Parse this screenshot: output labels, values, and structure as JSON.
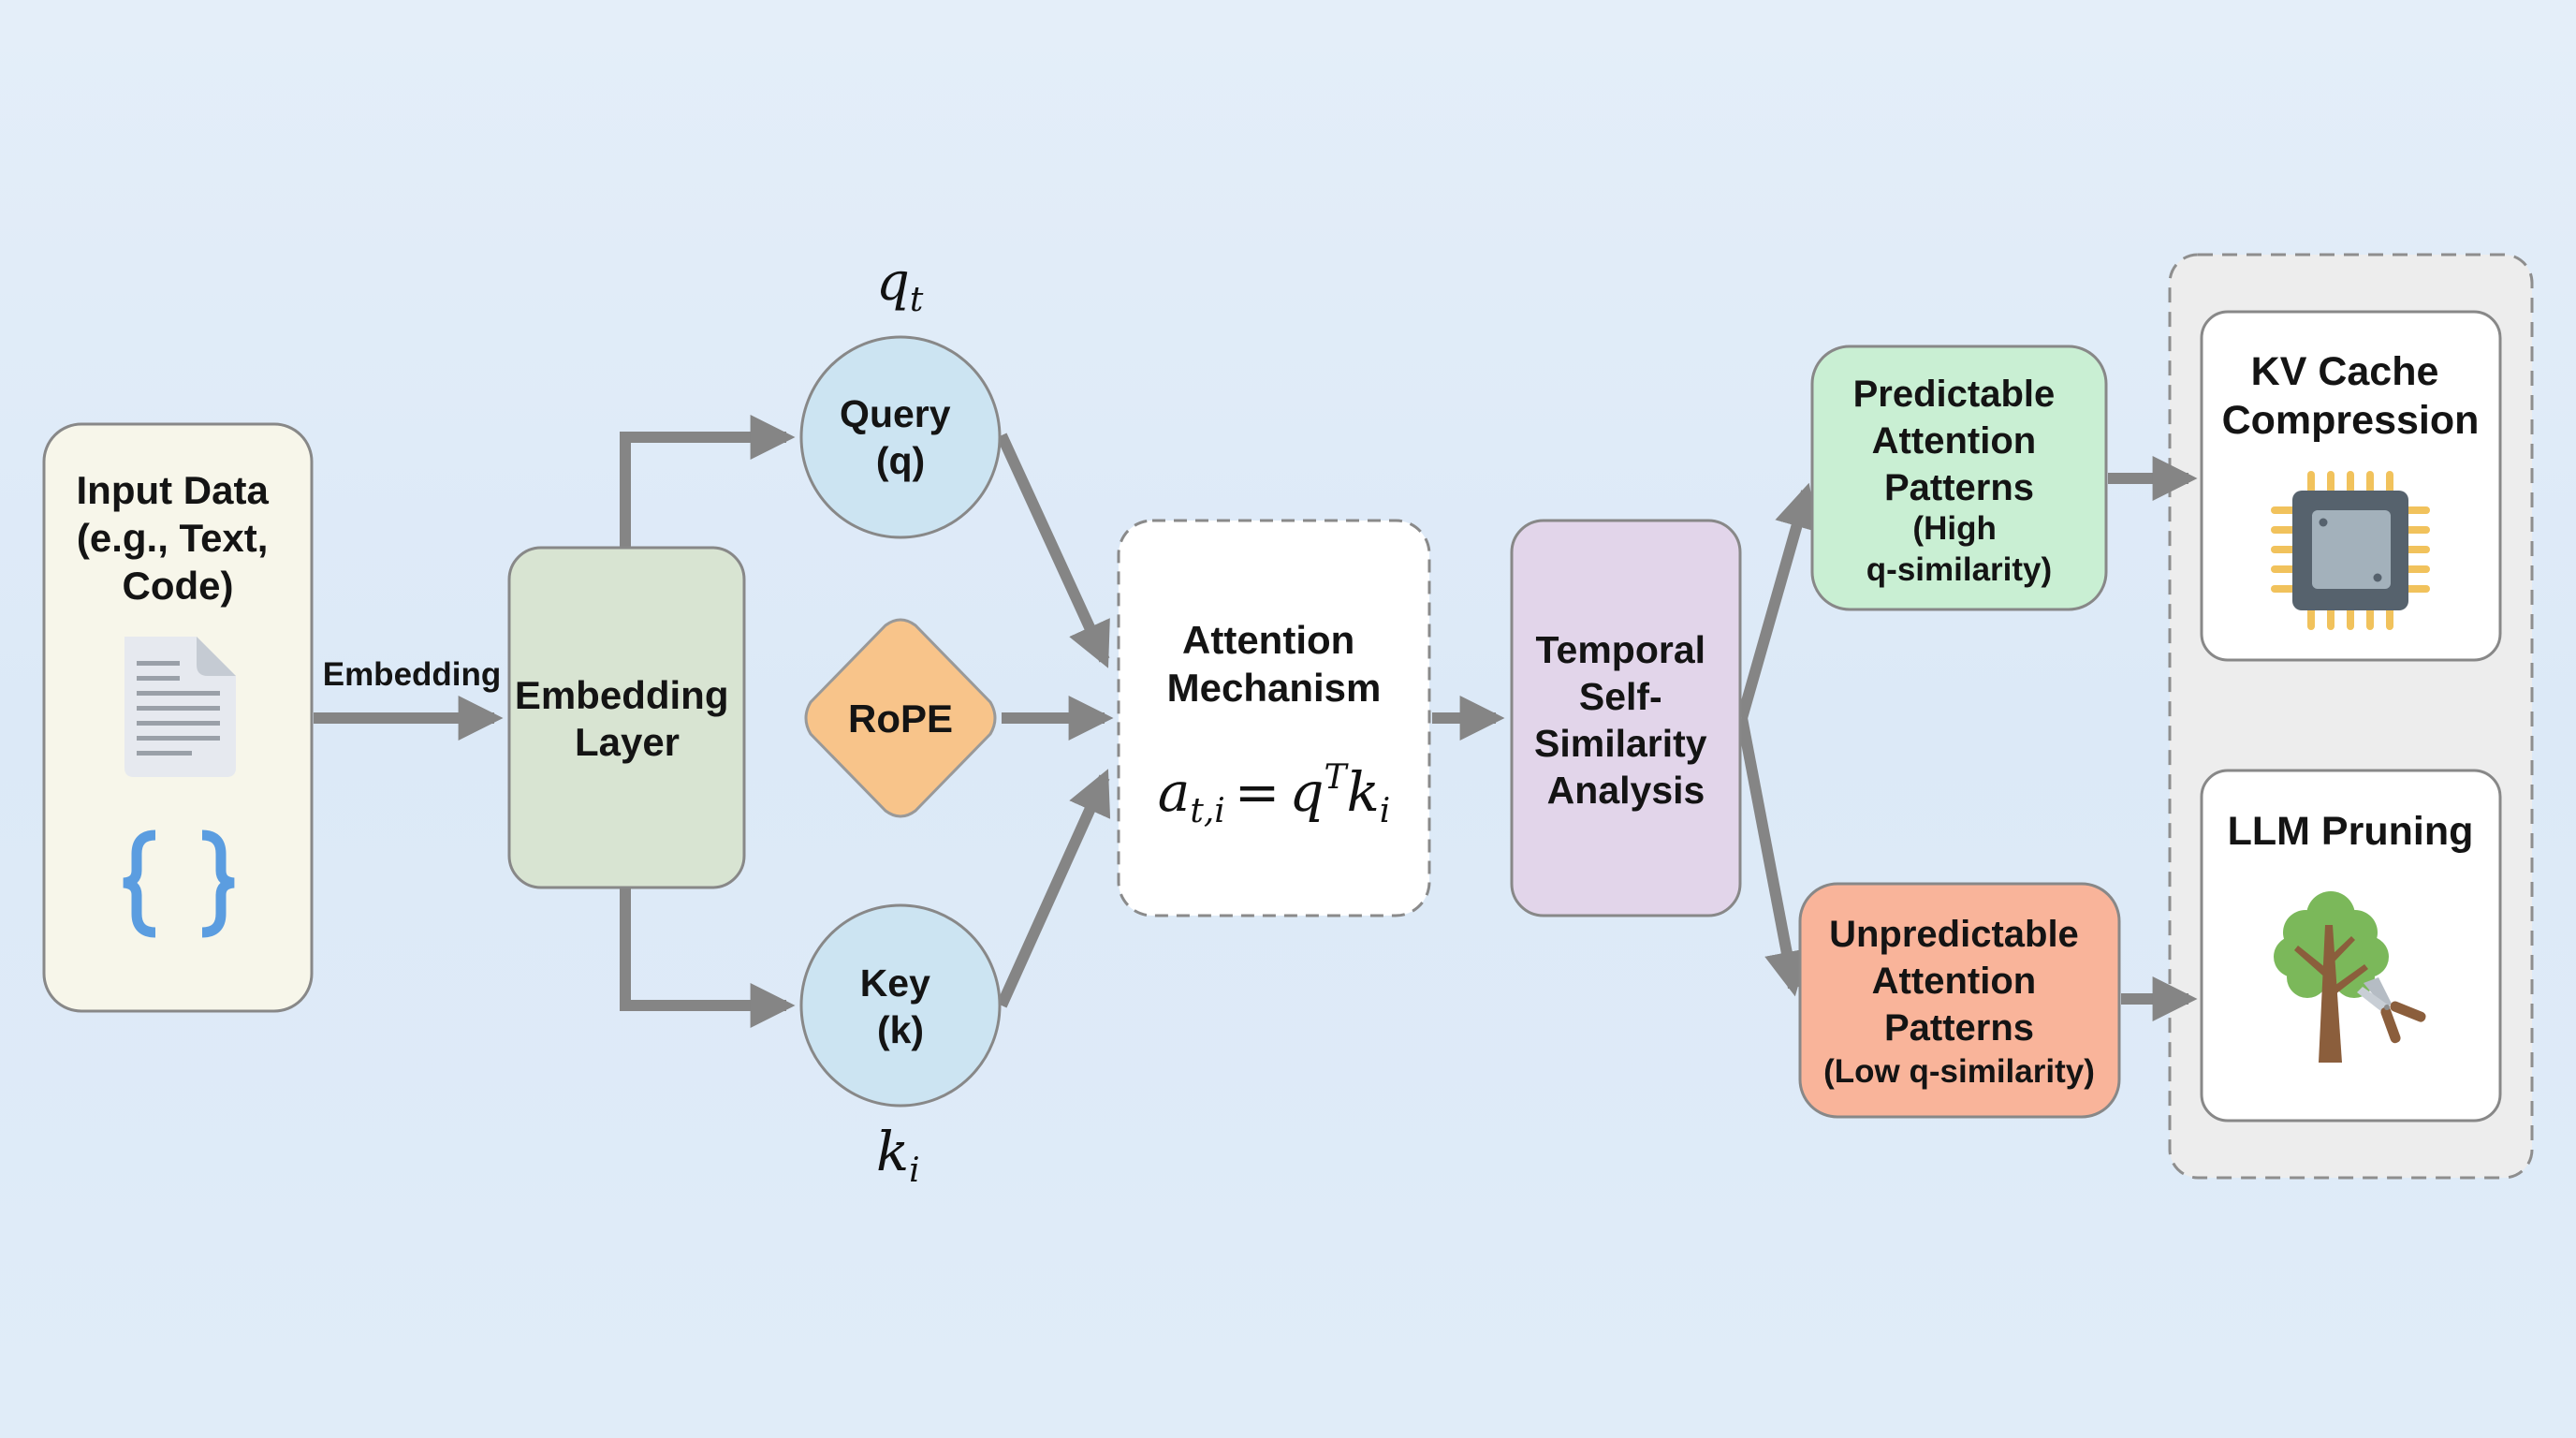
{
  "diagram": {
    "input": {
      "lines": [
        "Input Data",
        "(e.g., Text,",
        "Code)"
      ],
      "icons": [
        "document-icon",
        "code-braces-icon"
      ]
    },
    "edge_input_embedding_label": "Embedding",
    "embedding_layer": {
      "lines": [
        "Embedding",
        "Layer"
      ]
    },
    "query": {
      "lines": [
        "Query",
        "(q)"
      ],
      "math_label": {
        "base": "q",
        "sub": "t"
      }
    },
    "rope": {
      "label": "RoPE"
    },
    "key": {
      "lines": [
        "Key",
        "(k)"
      ],
      "math_label": {
        "base": "k",
        "sub": "i"
      }
    },
    "attention": {
      "lines": [
        "Attention",
        "Mechanism"
      ],
      "formula": {
        "lhs": "a",
        "lhs_sub": "t,i",
        "eq": "=",
        "q": "q",
        "sup": "T",
        "k": "k",
        "k_sub": "i"
      }
    },
    "temporal": {
      "lines": [
        "Temporal",
        "Self-",
        "Similarity",
        "Analysis"
      ]
    },
    "predictable": {
      "lines": [
        "Predictable",
        "Attention",
        "Patterns"
      ],
      "sub_lines": [
        "(High",
        "q-similarity)"
      ]
    },
    "unpredictable": {
      "lines": [
        "Unpredictable",
        "Attention",
        "Patterns"
      ],
      "sub_lines": [
        "(Low q-similarity)"
      ]
    },
    "applications": {
      "kv_cache": {
        "lines": [
          "KV Cache",
          "Compression"
        ],
        "icon": "microchip-icon"
      },
      "pruning": {
        "lines": [
          "LLM Pruning"
        ],
        "icon": "tree-pruning-shears-icon"
      }
    },
    "colors": {
      "input_fill": "#f7f6ea",
      "embedding_fill": "#d8e4d2",
      "query_key_fill": "#cce4f2",
      "rope_fill": "#f8c48a",
      "attention_fill": "#ffffff",
      "temporal_fill": "#e2d5ea",
      "predictable_fill": "#c9efd3",
      "unpredictable_fill": "#f9b49a",
      "applications_group_fill": "#eeeeee",
      "arrow": "#858585",
      "code_icon": "#5b9de0",
      "chip_pins": "#f1c25c"
    }
  }
}
